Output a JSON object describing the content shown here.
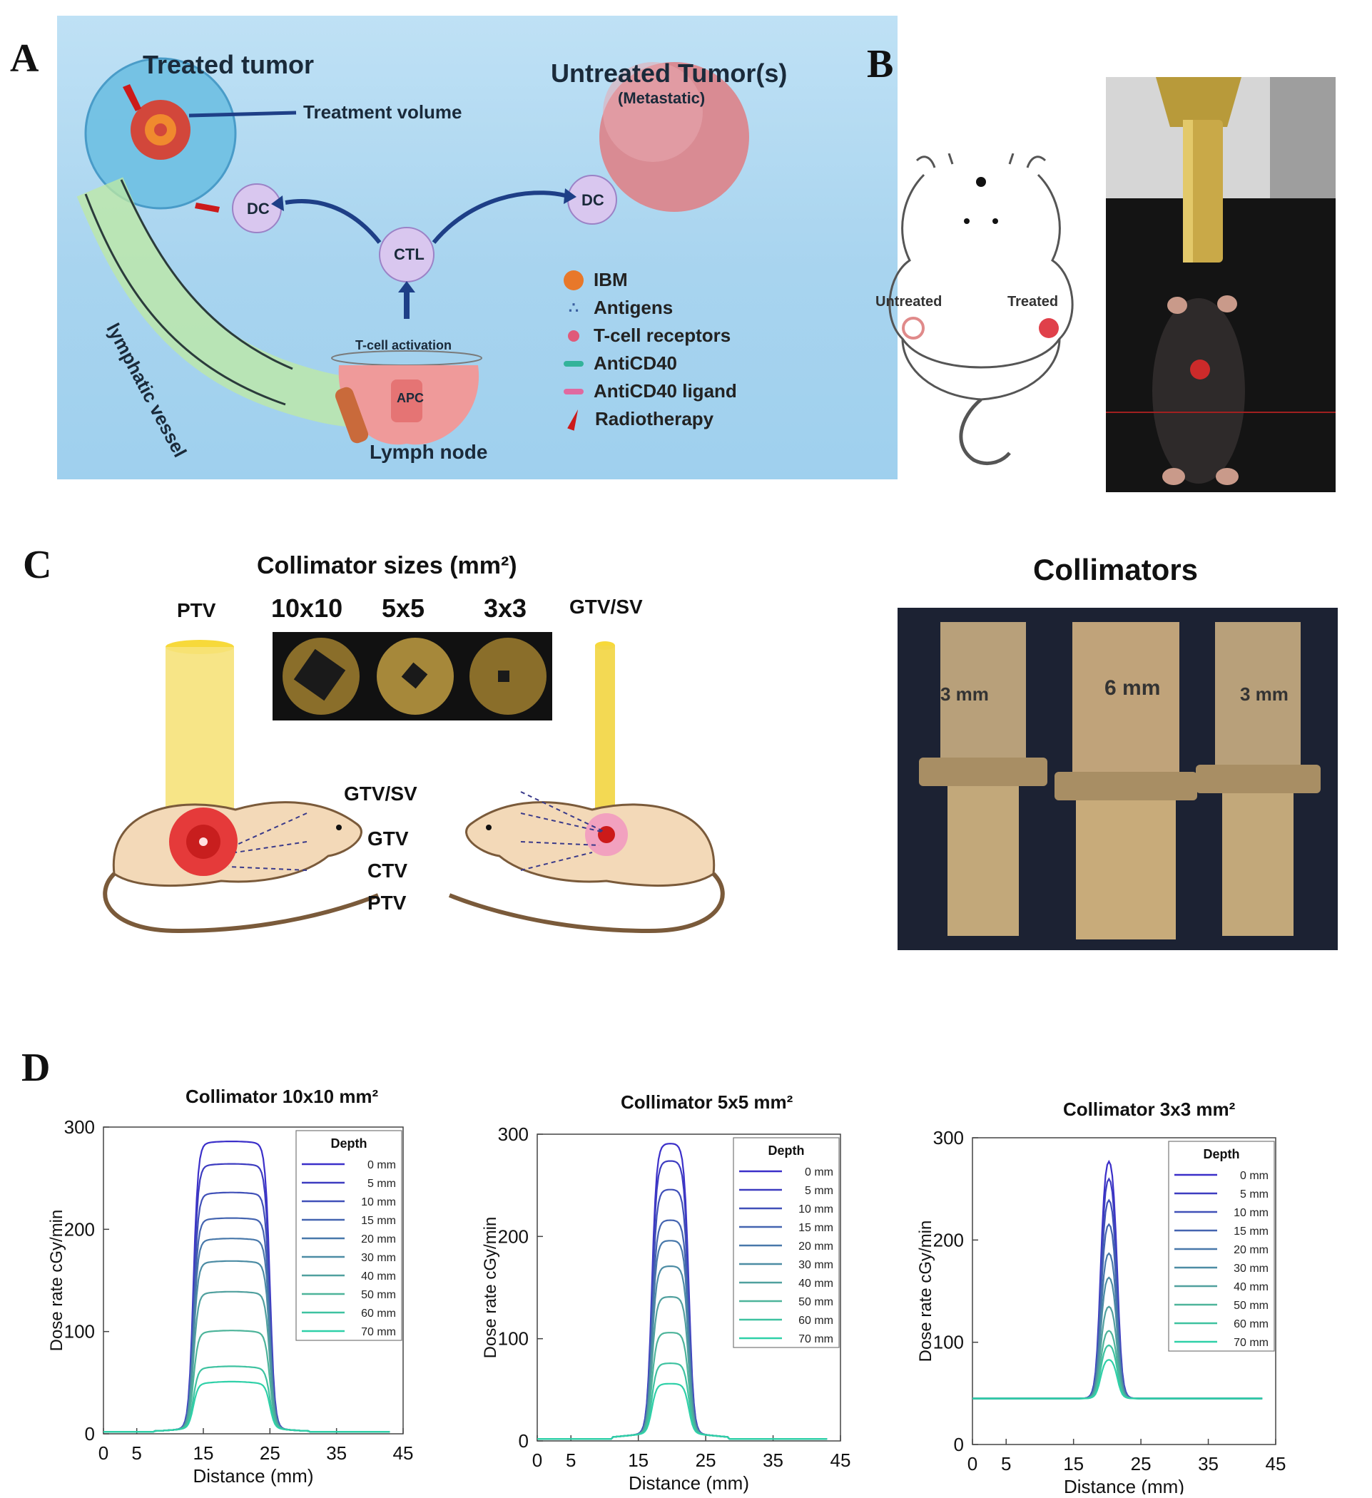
{
  "panels": {
    "A": {
      "letter": "A",
      "treated_tumor": "Treated tumor",
      "treatment_volume": "Treatment volume",
      "untreated_tumor": "Untreated Tumor(s)",
      "metastatic": "(Metastatic)",
      "dc_left": "DC",
      "dc_right": "DC",
      "ctl": "CTL",
      "lymphatic_vessel": "lymphatic vessel",
      "t_cell_activation": "T-cell activation",
      "apc": "APC",
      "lymph_node": "Lymph node",
      "legend": [
        {
          "icon": "ibm-icon",
          "label": "IBM",
          "color": "#e8782a"
        },
        {
          "icon": "antigen-icon",
          "label": "Antigens",
          "color": "#3a5fa0"
        },
        {
          "icon": "t-cell-receptor-icon",
          "label": "T-cell receptors",
          "color": "#e05a7a"
        },
        {
          "icon": "anti-cd40-icon",
          "label": "AntiCD40",
          "color": "#33b39a"
        },
        {
          "icon": "anti-cd40-ligand-icon",
          "label": "AntiCD40 ligand",
          "color": "#e06aa0"
        },
        {
          "icon": "radiotherapy-icon",
          "label": "Radiotherapy",
          "color": "#cc1a1a"
        }
      ]
    },
    "B": {
      "letter": "B",
      "untreated": "Untreated",
      "treated": "Treated"
    },
    "C": {
      "letter": "C",
      "collimator_sizes_title": "Collimator sizes (mm²)",
      "sizes": [
        "10x10",
        "5x5",
        "3x3"
      ],
      "ptv_top": "PTV",
      "gtv_sv_top": "GTV/SV",
      "volume_labels": [
        "GTV/SV",
        "GTV",
        "CTV",
        "PTV"
      ],
      "collimators_title": "Collimators",
      "collimator_engravings": [
        "3 mm",
        "6 mm",
        "3 mm"
      ]
    },
    "D": {
      "letter": "D"
    }
  },
  "chart_data": [
    {
      "type": "line",
      "title": "Collimator 10x10 mm²",
      "xlabel": "Distance (mm)",
      "ylabel": "Dose rate cGy/min",
      "xlim": [
        0,
        45
      ],
      "ylim": [
        0,
        300
      ],
      "xticks": [
        "0",
        "5",
        "15",
        "25",
        "35",
        "45"
      ],
      "yticks": [
        "0",
        "100",
        "200",
        "300"
      ],
      "legend_title": "Depth",
      "legend_placement": "top-right",
      "field_edges": [
        13.5,
        25
      ],
      "series": [
        {
          "name": "0 mm",
          "peak": 280,
          "color": "#3b2fc9"
        },
        {
          "name": "5 mm",
          "peak": 258,
          "color": "#3d3cc0"
        },
        {
          "name": "10 mm",
          "peak": 230,
          "color": "#4050b8"
        },
        {
          "name": "15 mm",
          "peak": 205,
          "color": "#4464b0"
        },
        {
          "name": "20 mm",
          "peak": 185,
          "color": "#4878aa"
        },
        {
          "name": "30 mm",
          "peak": 163,
          "color": "#4c8ca4"
        },
        {
          "name": "40 mm",
          "peak": 133,
          "color": "#50a09e"
        },
        {
          "name": "50 mm",
          "peak": 95,
          "color": "#4db49a"
        },
        {
          "name": "60 mm",
          "peak": 60,
          "color": "#3ec2a0"
        },
        {
          "name": "70 mm",
          "peak": 45,
          "color": "#2fd0a8"
        }
      ]
    },
    {
      "type": "line",
      "title": "Collimator 5x5 mm²",
      "xlabel": "Distance (mm)",
      "ylabel": "Dose rate cGy/min",
      "xlim": [
        0,
        45
      ],
      "ylim": [
        0,
        300
      ],
      "xticks": [
        "0",
        "5",
        "15",
        "25",
        "35",
        "45"
      ],
      "yticks": [
        "0",
        "100",
        "200",
        "300"
      ],
      "legend_title": "Depth",
      "legend_placement": "top-right",
      "field_edges": [
        17,
        22.5
      ],
      "series": [
        {
          "name": "0 mm",
          "peak": 285,
          "color": "#3b2fc9"
        },
        {
          "name": "5 mm",
          "peak": 268,
          "color": "#3d3cc0"
        },
        {
          "name": "10 mm",
          "peak": 240,
          "color": "#4050b8"
        },
        {
          "name": "15 mm",
          "peak": 210,
          "color": "#4464b0"
        },
        {
          "name": "20 mm",
          "peak": 190,
          "color": "#4878aa"
        },
        {
          "name": "30 mm",
          "peak": 165,
          "color": "#4c8ca4"
        },
        {
          "name": "40 mm",
          "peak": 135,
          "color": "#50a09e"
        },
        {
          "name": "50 mm",
          "peak": 100,
          "color": "#4db49a"
        },
        {
          "name": "60 mm",
          "peak": 70,
          "color": "#3ec2a0"
        },
        {
          "name": "70 mm",
          "peak": 50,
          "color": "#2fd0a8"
        }
      ]
    },
    {
      "type": "line",
      "title": "Collimator 3x3 mm²",
      "xlabel": "Distance (mm)",
      "ylabel": "Dose rate cGy/min",
      "xlim": [
        0,
        45
      ],
      "ylim": [
        0,
        300
      ],
      "xticks": [
        "0",
        "5",
        "15",
        "25",
        "35",
        "45"
      ],
      "yticks": [
        "0",
        "100",
        "200",
        "300"
      ],
      "legend_title": "Depth",
      "legend_placement": "top-right",
      "baseline": 45,
      "field_edges": [
        19,
        21.5
      ],
      "series": [
        {
          "name": "0 mm",
          "peak": 290,
          "color": "#3b2fc9"
        },
        {
          "name": "5 mm",
          "peak": 272,
          "color": "#3d3cc0"
        },
        {
          "name": "10 mm",
          "peak": 250,
          "color": "#4050b8"
        },
        {
          "name": "15 mm",
          "peak": 225,
          "color": "#4464b0"
        },
        {
          "name": "20 mm",
          "peak": 195,
          "color": "#4878aa"
        },
        {
          "name": "30 mm",
          "peak": 170,
          "color": "#4c8ca4"
        },
        {
          "name": "40 mm",
          "peak": 140,
          "color": "#50a09e"
        },
        {
          "name": "50 mm",
          "peak": 115,
          "color": "#4db49a"
        },
        {
          "name": "60 mm",
          "peak": 100,
          "color": "#3ec2a0"
        },
        {
          "name": "70 mm",
          "peak": 85,
          "color": "#2fd0a8"
        }
      ]
    }
  ]
}
